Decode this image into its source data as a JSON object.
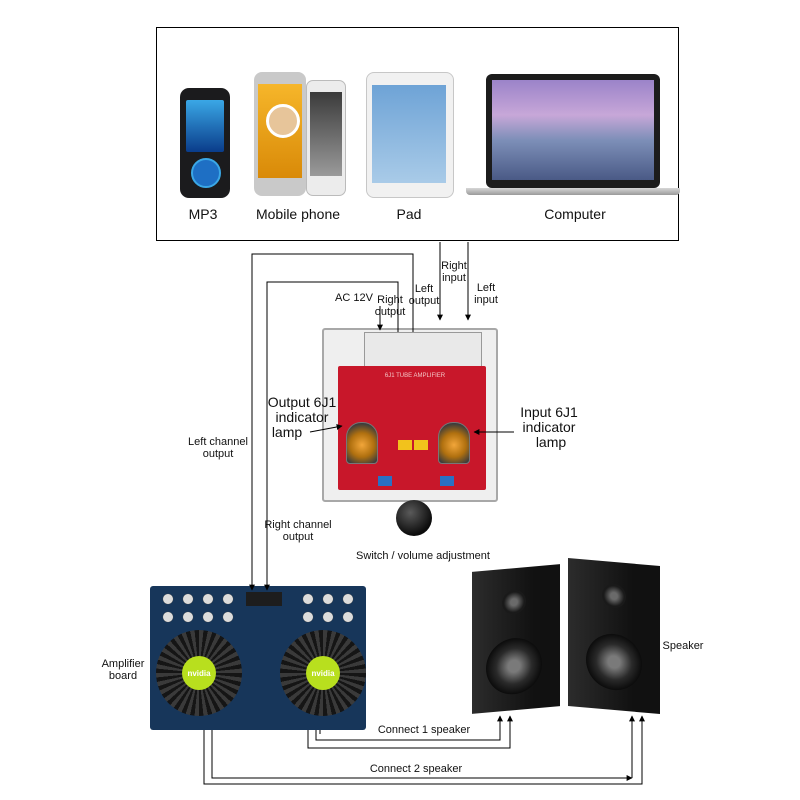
{
  "devices": {
    "mp3": "MP3",
    "phone": "Mobile phone",
    "pad": "Pad",
    "computer": "Computer"
  },
  "preamp": {
    "ac": "AC 12V",
    "right_output": [
      "Right",
      "output"
    ],
    "left_output": [
      "Left",
      "output"
    ],
    "right_input": [
      "Right",
      "input"
    ],
    "left_input": [
      "Left",
      "input"
    ],
    "output_lamp": [
      "Output 6J1",
      "indicator",
      "lamp"
    ],
    "input_lamp": [
      "Input 6J1",
      "indicator",
      "lamp"
    ],
    "knob": "Switch / volume adjustment",
    "board_label": "6J1 TUBE AMPLIFIER",
    "colors": {
      "board": "#c8172a",
      "tube": "#f2a63a"
    }
  },
  "left_channel": [
    "Left channel",
    "output"
  ],
  "right_channel": [
    "Right channel",
    "output"
  ],
  "amplifier": {
    "label": [
      "Amplifier",
      "board"
    ],
    "fan_brand": "nvidia",
    "colors": {
      "pcb": "#17365a",
      "heatsink": "#2a2a2a",
      "fan": "#b8df1e"
    }
  },
  "speaker_label": "Speaker",
  "connect1": "Connect 1 speaker",
  "connect2": "Connect 2 speaker"
}
